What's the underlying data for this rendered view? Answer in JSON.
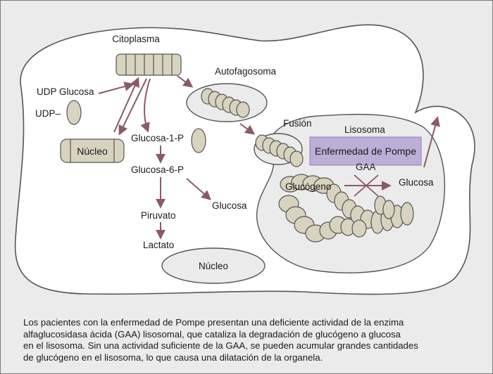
{
  "labels": {
    "citoplasma": "Citoplasma",
    "autofagosoma": "Autofagosoma",
    "udp_glucosa": "UDP Glucosa",
    "udp": "UDP–",
    "nucleo_glycogen": "Núcleo",
    "glucosa_1p": "Glucosa-1-P",
    "glucosa_6p": "Glucosa-6-P",
    "glucosa_cyto": "Glucosa",
    "piruvato": "Piruvato",
    "lactato": "Lactato",
    "nucleo_cell": "Núcleo",
    "fusion": "Fusión",
    "lisosoma": "Lisosoma",
    "enfermedad": "Enfermedad de Pompe",
    "gaa": "GAA",
    "glucogeno": "Glucógeno",
    "glucosa_lyso": "Glucosa"
  },
  "caption": {
    "lines": [
      "Los pacientes con la enfermedad de Pompe presentan una deficiente actividad de la enzima",
      "alfaglucosidasa ácida (GAA) lisosomal, que cataliza la degradación de glucógeno a glucosa",
      "en el lisosoma. Sin una actividad suficiente de la GAA, se pueden acumular grandes cantidades",
      "de glucógeno en el lisosoma, lo que causa una dilatación de la organela."
    ]
  },
  "colors": {
    "background": "#ebebeb",
    "cell_fill": "#ffffff",
    "outline": "#555555",
    "glycogen_unit": "#d8d3bf",
    "arrow": "#8a5a66",
    "pompe_box": "#bcaed6",
    "organelle_fill": "#ebebeb"
  }
}
